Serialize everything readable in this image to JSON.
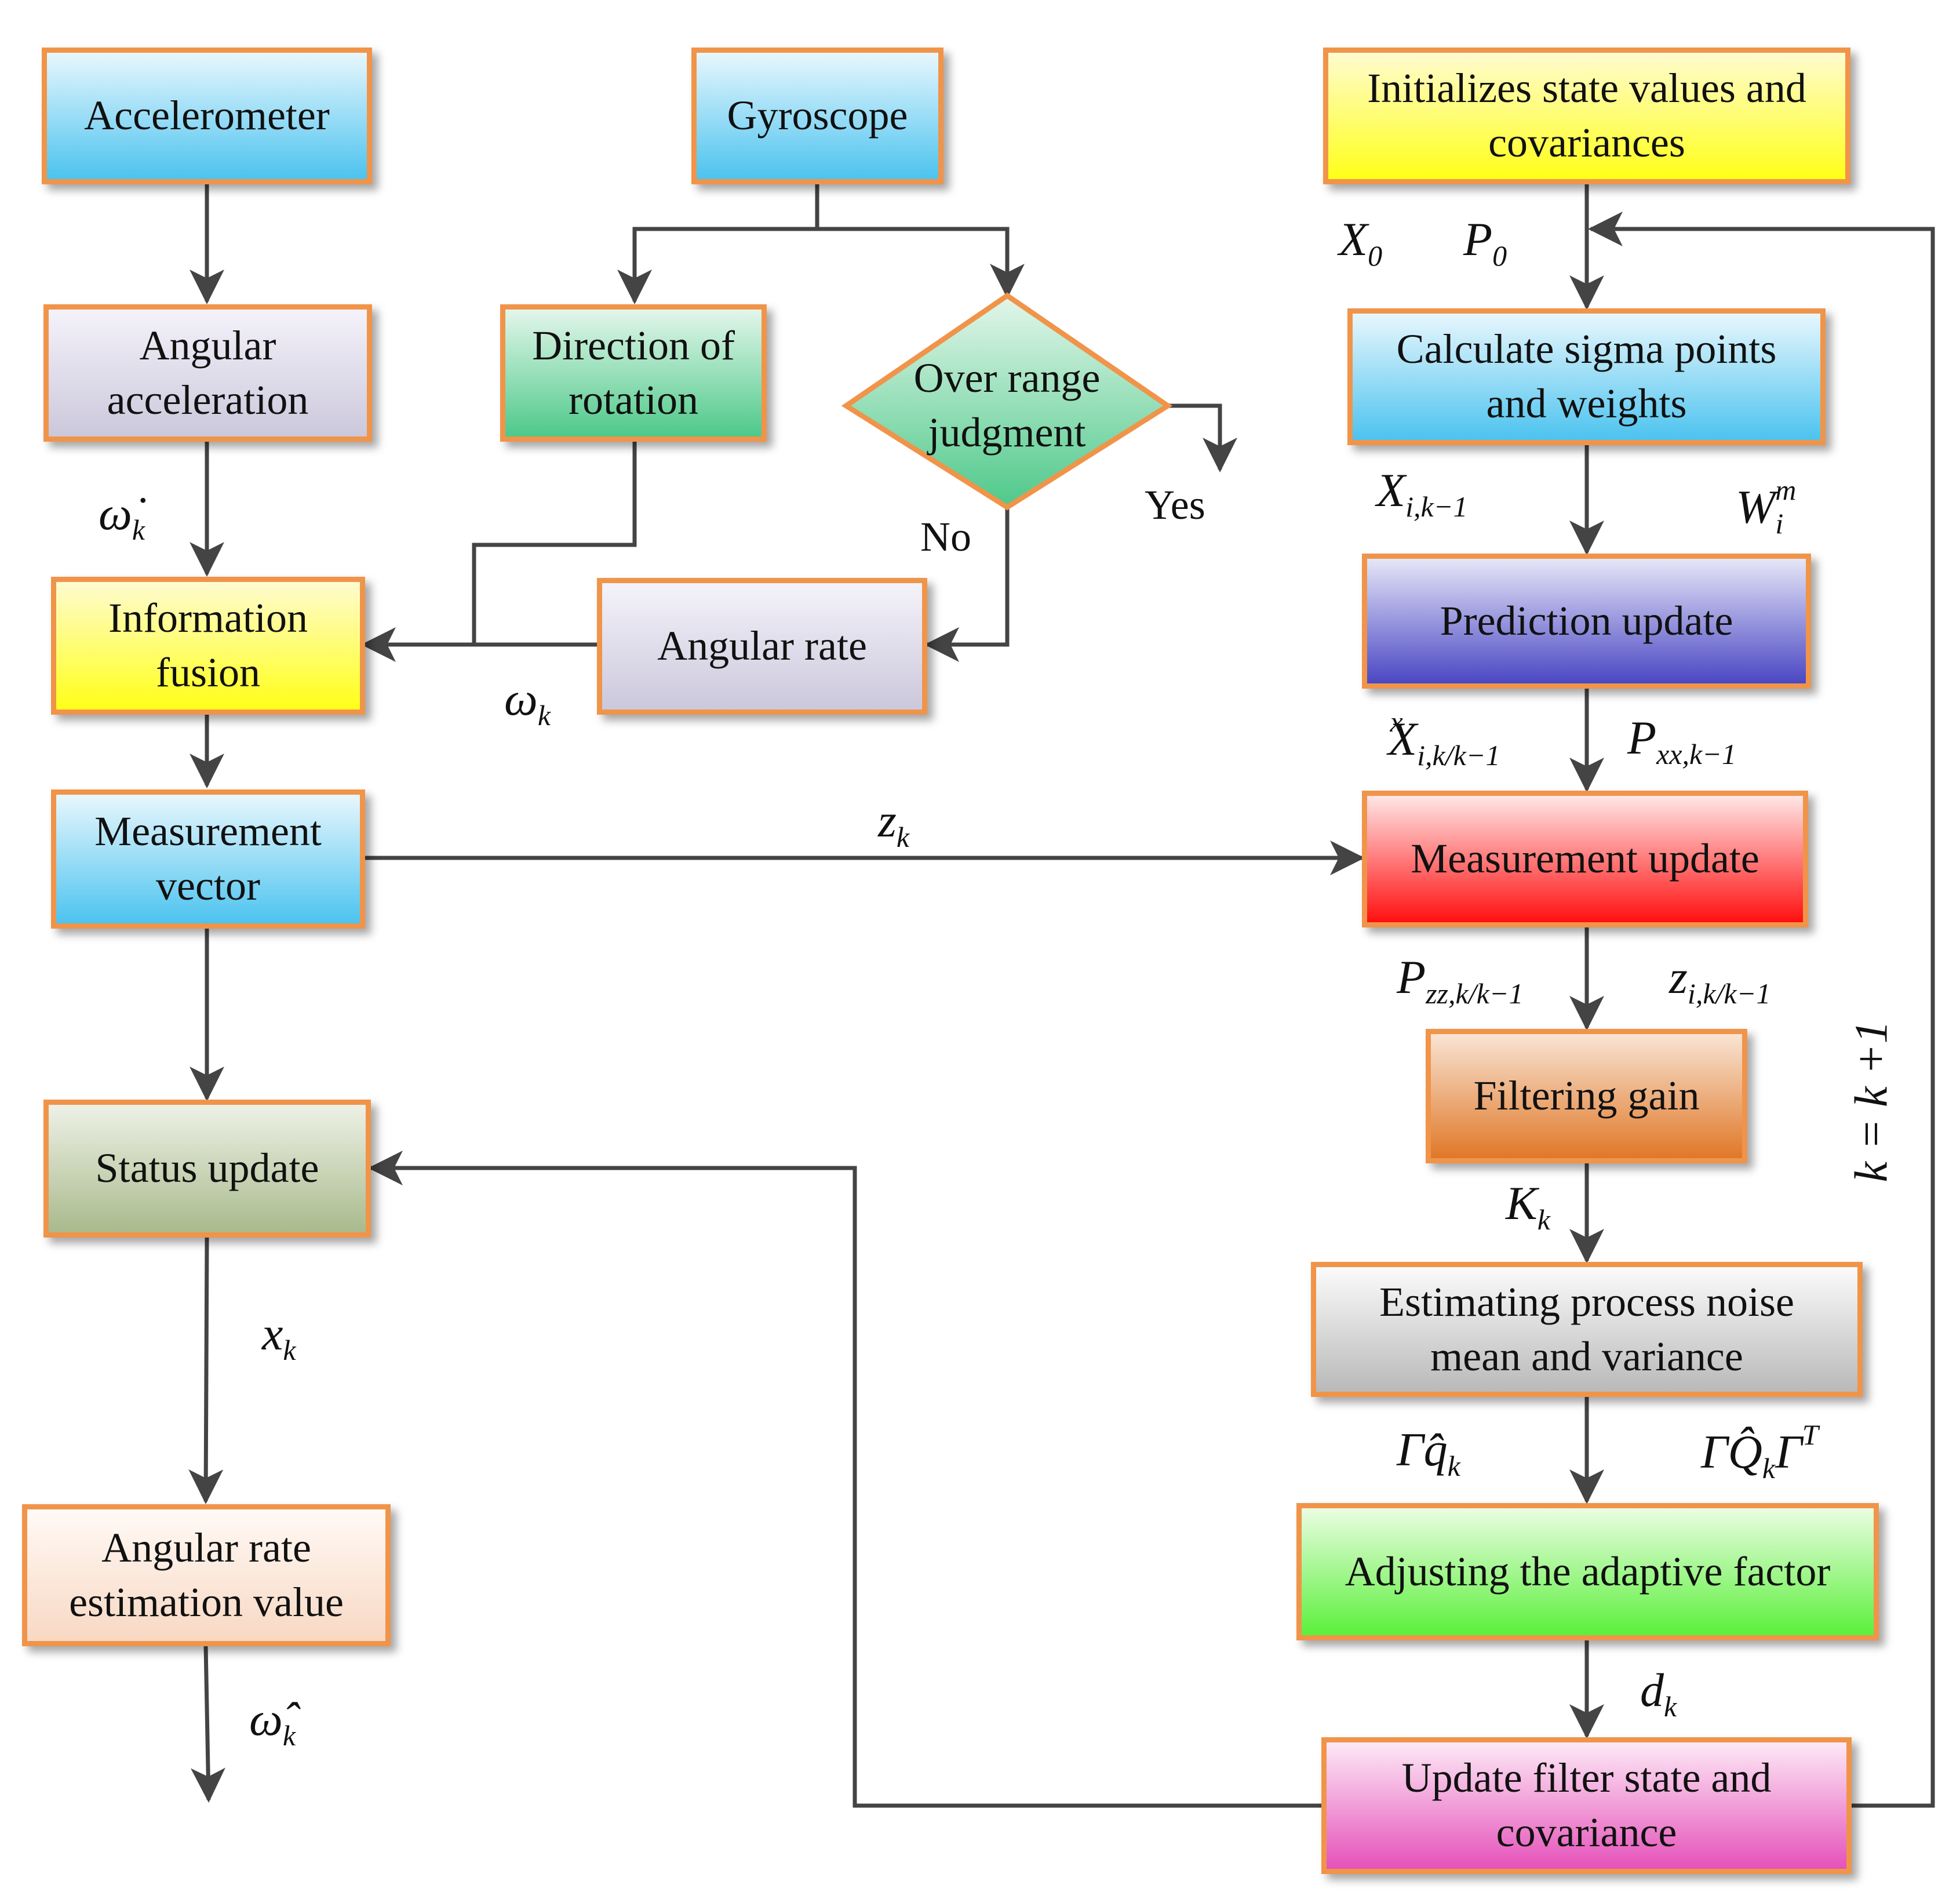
{
  "nodes": {
    "accelerometer": "Accelerometer",
    "gyroscope": "Gyroscope",
    "initialize": [
      "Initializes state values and",
      "covariances"
    ],
    "angular_acceleration": [
      "Angular",
      "acceleration"
    ],
    "direction_of_rotation": [
      "Direction of",
      "rotation"
    ],
    "over_range": [
      "Over range",
      "judgment"
    ],
    "calculate_sigma": [
      "Calculate sigma points",
      "and weights"
    ],
    "information_fusion": [
      "Information",
      "fusion"
    ],
    "angular_rate": "Angular rate",
    "prediction_update": "Prediction update",
    "measurement_vector": [
      "Measurement",
      "vector"
    ],
    "measurement_update": "Measurement update",
    "filtering_gain": "Filtering gain",
    "status_update": "Status update",
    "estimating_noise": [
      "Estimating process noise",
      "mean and variance"
    ],
    "angular_rate_estimation": [
      "Angular rate",
      "estimation value"
    ],
    "adjusting_factor": "Adjusting the adaptive factor",
    "update_filter": [
      "Update filter state and",
      "covariance"
    ]
  },
  "decisions": {
    "yes": "Yes",
    "no": "No"
  },
  "symbols": {
    "omega_dot_k": {
      "base": "ω̇",
      "sub": "k"
    },
    "omega_k": {
      "base": "ω",
      "sub": "k"
    },
    "z_k": {
      "base": "z",
      "sub": "k"
    },
    "x_k": {
      "base": "x",
      "sub": "k"
    },
    "omega_hat_k": {
      "base": "ω̂",
      "sub": "k"
    },
    "X_0": {
      "base": "X",
      "sub": "0"
    },
    "P_0": {
      "base": "P",
      "sub": "0"
    },
    "X_i_k1": {
      "base": "X",
      "sub": "i,k−1"
    },
    "W_i_m": {
      "base": "W",
      "sub": "i",
      "sup": "m"
    },
    "X_x_i_kk1": {
      "base": "X",
      "sub": "i,k/k−1",
      "sup": "x"
    },
    "P_xx_k1": {
      "base": "P",
      "sub": "xx,k−1"
    },
    "P_zz_kk1": {
      "base": "P",
      "sub": "zz,k/k−1"
    },
    "z_i_kk1": {
      "base": "z",
      "sub": "i,k/k−1"
    },
    "K_k": {
      "base": "K",
      "sub": "k"
    },
    "gamma_q_k": {
      "base": "Γq̂",
      "sub": "k"
    },
    "gamma_Q_k": {
      "base": "ΓQ̂",
      "sub": "k",
      "tail": "Γ",
      "sup": "T"
    },
    "d_k": {
      "base": "d",
      "sub": "k"
    },
    "loop": "k = k +1"
  },
  "colors": {
    "border": "#f0944a",
    "line": "#444444"
  }
}
